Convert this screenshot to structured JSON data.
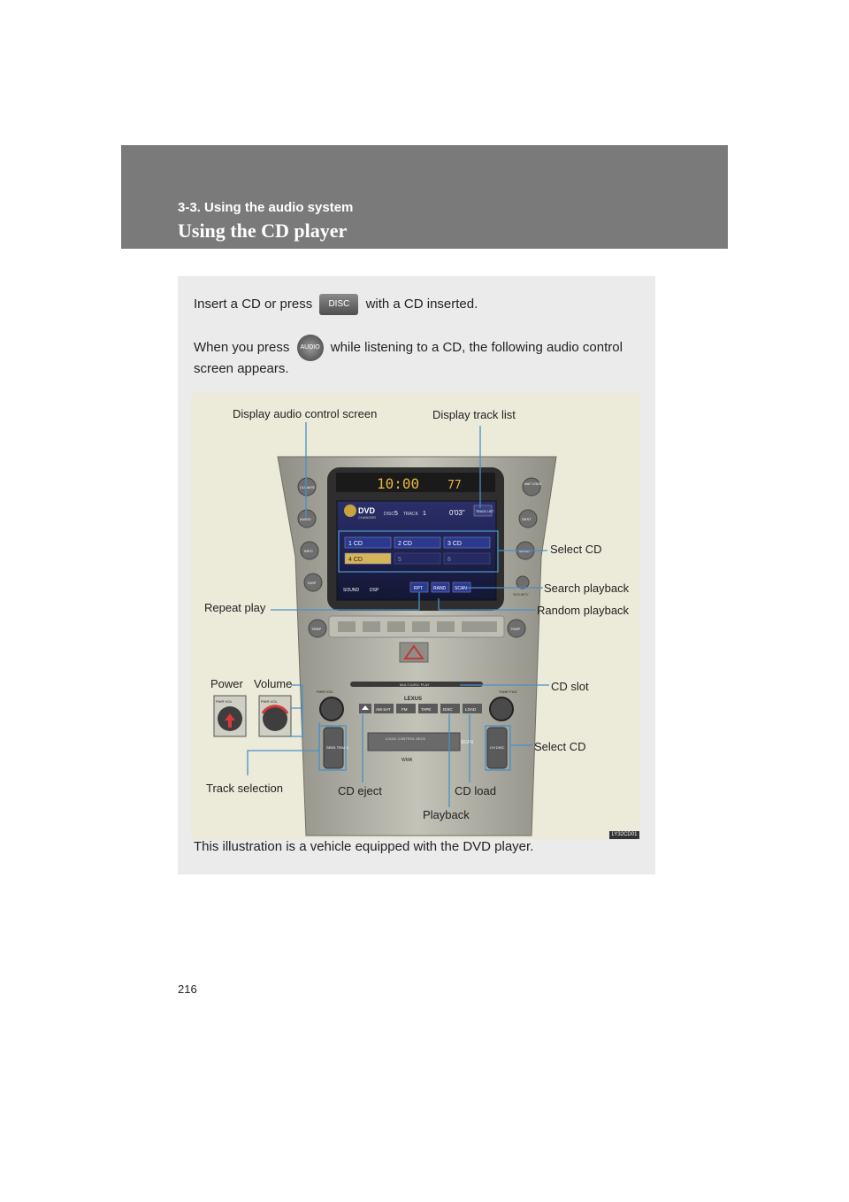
{
  "header": {
    "section": "3-3. Using the audio system",
    "title": "Using the CD player"
  },
  "intro": {
    "line1_before": "Insert a CD or press",
    "disc_button": "DISC",
    "line1_after": "with a CD inserted.",
    "line2_before": "When you press",
    "audio_button": "AUDIO",
    "line2_after": "while listening to a CD, the following audio control",
    "line3": "screen appears."
  },
  "callouts": {
    "display_audio": "Display audio control screen",
    "display_track": "Display track list",
    "select_cd_top": "Select CD",
    "search_playback": "Search playback",
    "random_playback": "Random playback",
    "repeat_play": "Repeat play",
    "power": "Power",
    "volume": "Volume",
    "cd_slot": "CD slot",
    "select_cd_bottom": "Select CD",
    "track_selection": "Track selection",
    "cd_eject": "CD eject",
    "cd_load": "CD load",
    "playback": "Playback"
  },
  "screen": {
    "clock": "10:00",
    "temp": "77",
    "source": "DVD",
    "changer": "CHANGER",
    "disc_label": "DISC",
    "disc_num": "5",
    "track_label": "TRACK",
    "track_num": "1",
    "time": "0'03\"",
    "track_list": "TRACK LIST",
    "presets": [
      "1 CD",
      "2 CD",
      "3 CD",
      "4 CD",
      "5",
      "6"
    ],
    "rpt": "RPT",
    "rand": "RAND",
    "scan": "SCAN",
    "sound": "SOUND",
    "dsp": "DSP"
  },
  "console": {
    "left_buttons": [
      "CLIMATE",
      "AUDIO",
      "INFO",
      "DISP",
      "TEMP"
    ],
    "right_buttons": [
      "MAP VOICE",
      "DEST",
      "MENU",
      "SECURITY",
      "TEMP"
    ],
    "slot_label": "MULTI-DISC PLAY",
    "brand": "LEXUS",
    "pwr_vol": "PWR·VOL",
    "tune_file": "TUNE·FILE",
    "source_buttons": [
      "AM·SAT",
      "FM",
      "TAPE",
      "DISC",
      "LOAD"
    ],
    "seek_track": "SEEK TRACK",
    "ch_disc": "CH DISC",
    "scan": "SCAN",
    "deck": "LOGIC CONTROL DECK",
    "wma": "WMA",
    "inset_label": "PWR·VOL"
  },
  "caption": "This illustration is a vehicle equipped with the DVD player.",
  "code": "LY32CD01",
  "page_number": "216",
  "colors": {
    "header_bg": "#7a7a7a",
    "panel_bg": "#ebebeb",
    "illustration_bg": "#ecebd9",
    "callout_line": "#4a8fc7",
    "console_silver": "#a8a89e",
    "screen_bg": "#1c1f4a"
  }
}
